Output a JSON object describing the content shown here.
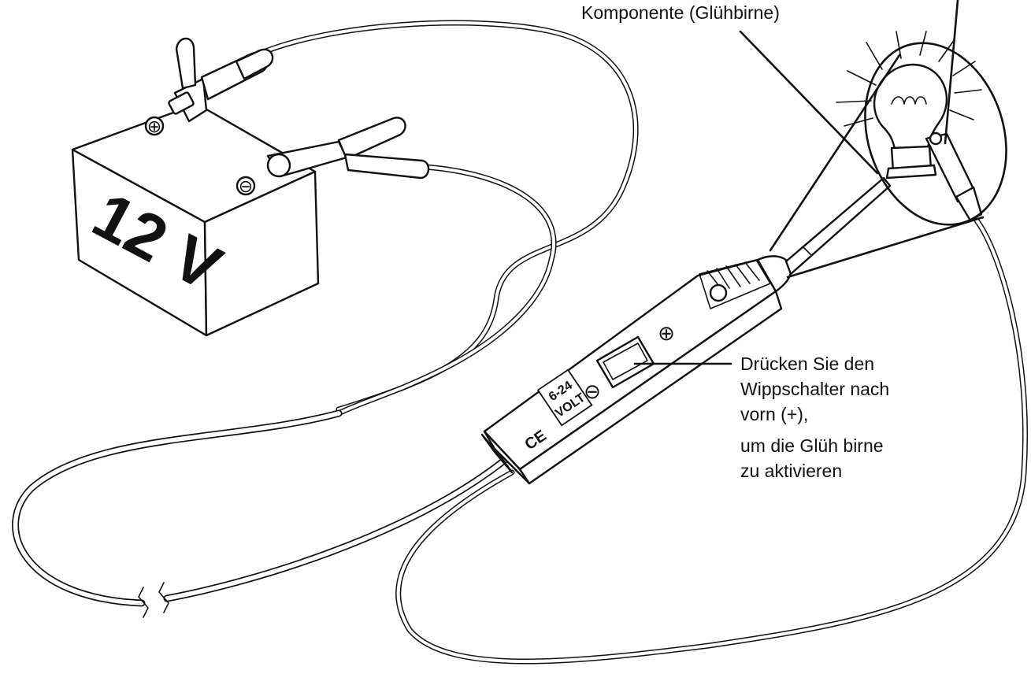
{
  "labels": {
    "component": "Komponente (Glühbirne)",
    "switch_instruction": [
      "Drücken Sie den",
      "Wippschalter nach",
      "vorn (+),",
      "um die Glüh birne",
      "zu aktivieren"
    ]
  },
  "battery": {
    "voltage_label": "12 V",
    "plus_symbol": "⊕",
    "minus_symbol": "⊖"
  },
  "tester": {
    "range_top": "6-24",
    "range_bottom": "VOLT",
    "plus_symbol": "⊕",
    "minus_symbol": "⊖",
    "ce_mark": "CE"
  }
}
